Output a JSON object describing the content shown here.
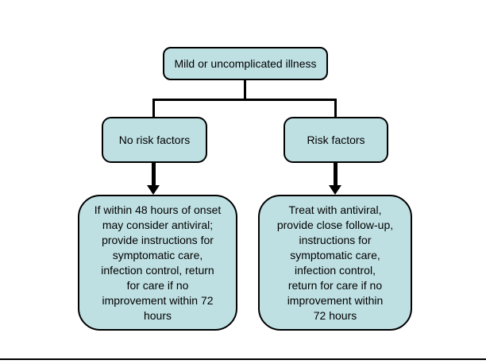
{
  "diagram": {
    "title_node": {
      "label": "Mild or uncomplicated illness"
    },
    "branch_left": {
      "label": "No risk factors"
    },
    "branch_right": {
      "label": "Risk factors"
    },
    "leaf_left": {
      "label": "If within 48 hours of onset\nmay consider antiviral;\nprovide instructions for\nsymptomatic care,\ninfection control, return\nfor care if no\nimprovement within 72\nhours"
    },
    "leaf_right": {
      "label": "Treat with antiviral,\nprovide close follow-up,\ninstructions for\nsymptomatic care,\ninfection control,\nreturn for care if no\nimprovement within\n72 hours"
    },
    "colors": {
      "node_fill": "#bfe0e3",
      "node_border": "#000000",
      "connector": "#000000"
    }
  }
}
